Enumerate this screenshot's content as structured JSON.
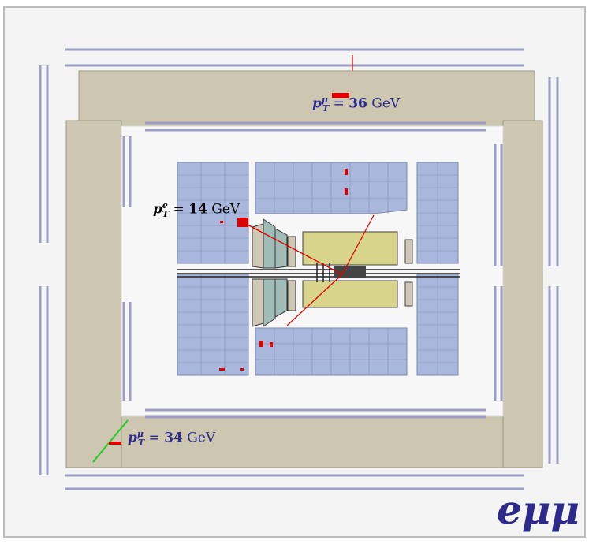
{
  "labels": {
    "muon_top": {
      "sym": "p",
      "sup": "μ",
      "sub": "T",
      "eq": " = ",
      "val": "36",
      "unit": " GeV"
    },
    "electron": {
      "sym": "p",
      "sup": "e",
      "sub": "T",
      "eq": " = ",
      "val": "14",
      "unit": " GeV"
    },
    "muon_bottom": {
      "sym": "p",
      "sup": "μ",
      "sub": "T",
      "eq": " = ",
      "val": "34",
      "unit": " GeV"
    }
  },
  "channel": "eμμ",
  "colors": {
    "muon_chamber": "#9d9cc6",
    "iron": "#cdc7b1",
    "calorimeter": "#aab7dc",
    "tracker": "#d8d48c",
    "hit": "#e00000",
    "track_green": "#22cc22",
    "label": "#2d2a8c"
  }
}
